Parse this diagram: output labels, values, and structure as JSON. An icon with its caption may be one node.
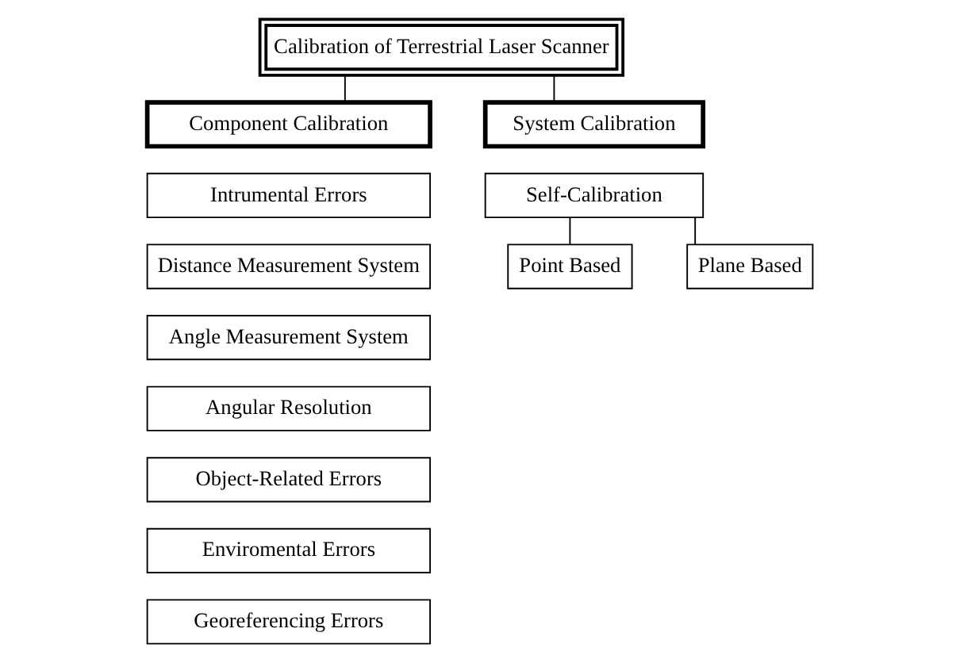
{
  "diagram": {
    "nodes": [
      {
        "text": [
          "Calibration of Terrestrial Laser Scanner"
        ]
      },
      {
        "text": [
          "Component Calibration"
        ]
      },
      {
        "text": [
          "System Calibration"
        ]
      },
      {
        "text": [
          "Intrumental Errors"
        ]
      },
      {
        "text": [
          "Distance Measurement System"
        ]
      },
      {
        "text": [
          "Angle Measurement System"
        ]
      },
      {
        "text": [
          "Angular Resolution"
        ]
      },
      {
        "text": [
          "Object-Related Errors"
        ]
      },
      {
        "text": [
          "Enviromental Errors"
        ]
      },
      {
        "text": [
          "Georeferencing Errors"
        ]
      },
      {
        "text": [
          "Self-Calibration"
        ]
      },
      {
        "text": [
          "Point Based"
        ]
      },
      {
        "text": [
          "Plane Based"
        ]
      }
    ],
    "edges": [
      {
        "from": 0,
        "to": 1,
        "arrow": "none"
      },
      {
        "from": 0,
        "to": 2,
        "arrow": "none"
      },
      {
        "from": 10,
        "to": 11,
        "arrow": "none"
      },
      {
        "from": 10,
        "to": 12,
        "arrow": "none"
      }
    ]
  }
}
